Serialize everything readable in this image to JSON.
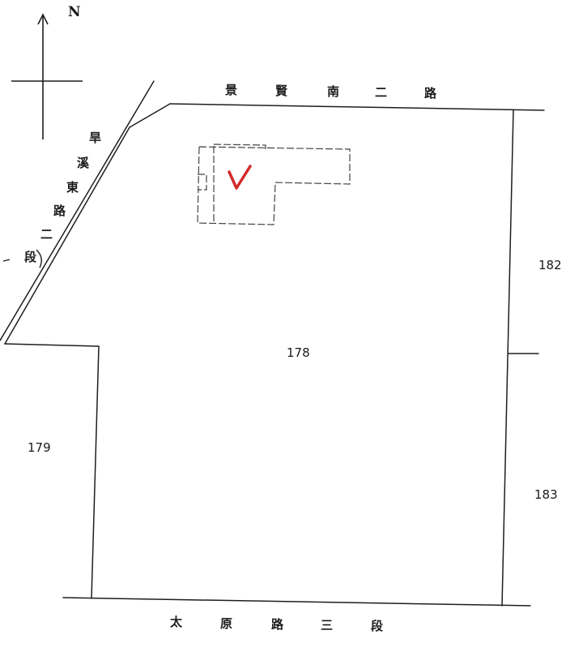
{
  "north_label": "N",
  "roads": {
    "north": [
      "景",
      "賢",
      "南",
      "二",
      "路"
    ],
    "west": [
      "旱",
      "溪",
      "東",
      "路",
      "二",
      "段"
    ],
    "south": [
      "太",
      "原",
      "路",
      "三",
      "段"
    ]
  },
  "lots": {
    "main": "178",
    "west": "179",
    "northeast": "182",
    "southeast": "183"
  },
  "colors": {
    "line": "#1e1e1e",
    "checkmark": "#d42a2a"
  },
  "icons": {
    "north_arrow": "north-arrow-icon",
    "checkmark": "checkmark-icon"
  }
}
